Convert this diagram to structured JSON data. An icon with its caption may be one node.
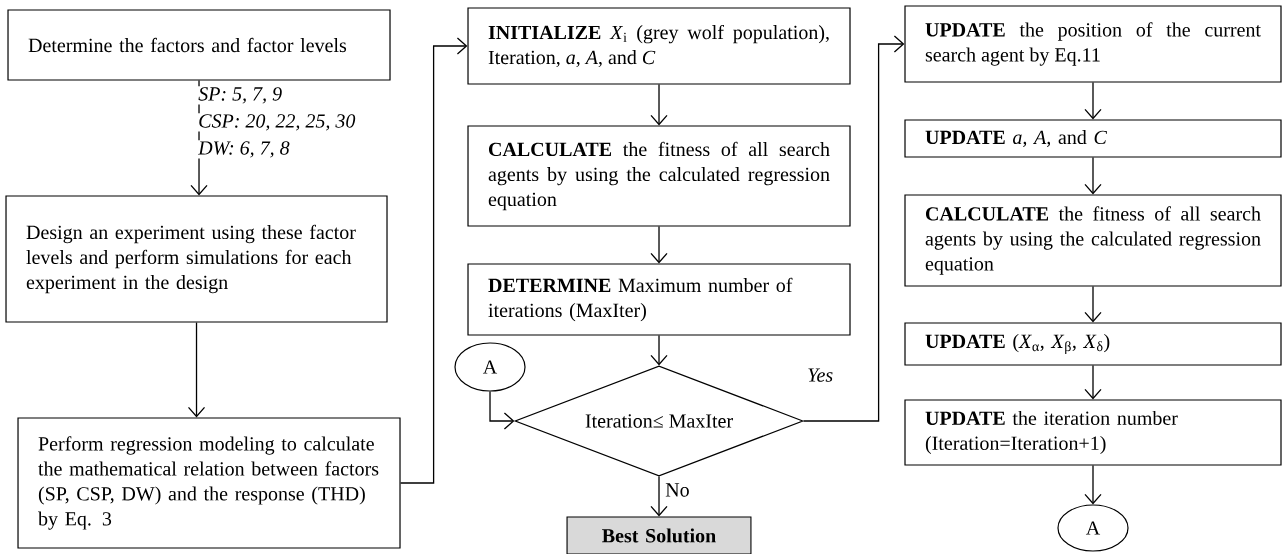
{
  "diagram": {
    "nodes": [
      {
        "text": [
          "Determine the factors and factor levels"
        ]
      },
      {
        "text": [
          "Design an experiment using these factor levels and perform simulations for each experiment in the design"
        ]
      },
      {
        "text": [
          "Perform regression modeling to calculate the mathematical relation between factors (SP, CSP, DW) and the response (THD) by Eq. 3"
        ]
      },
      {
        "text": [
          "**INITIALIZE** *X*$_{i}$ (grey wolf population), Iteration, *a*, *A*, and *C*"
        ]
      },
      {
        "text": [
          "**CALCULATE** the fitness of all search agents by using the calculated regression equation"
        ]
      },
      {
        "text": [
          "**DETERMINE** Maximum number of iterations (MaxIter)"
        ]
      },
      {
        "text": [
          "A"
        ]
      },
      {
        "text": [
          "Iteration≤ MaxIter"
        ]
      },
      {
        "text": [
          "Best Solution"
        ]
      },
      {
        "text": [
          "**UPDATE** the position of the current search agent by Eq.11"
        ]
      },
      {
        "text": [
          "**UPDATE** *a*, *A*, and *C*"
        ]
      },
      {
        "text": [
          "**CALCULATE** the fitness of all search agents by using the calculated regression equation"
        ]
      },
      {
        "text": [
          "**UPDATE** (*X*$_{α}$, *X*$_{β}$, *X*$_{δ}$)"
        ]
      },
      {
        "text": [
          "**UPDATE** the iteration number (Iteration=Iteration+1)"
        ]
      },
      {
        "text": [
          "A"
        ]
      }
    ],
    "edges": [
      {
        "from": 0,
        "to": 1,
        "arrow": "to",
        "label": "SP: 5, 7, 9"
      },
      {
        "from": 1,
        "to": 2,
        "arrow": "to"
      },
      {
        "from": 2,
        "to": 3,
        "arrow": "to"
      },
      {
        "from": 3,
        "to": 4,
        "arrow": "to"
      },
      {
        "from": 4,
        "to": 5,
        "arrow": "to"
      },
      {
        "from": 5,
        "to": 7,
        "arrow": "to"
      },
      {
        "from": 6,
        "to": 7,
        "arrow": "to"
      },
      {
        "from": 7,
        "to": 9,
        "arrow": "to",
        "label": "Yes"
      },
      {
        "from": 7,
        "to": 8,
        "arrow": "to",
        "label": "No"
      },
      {
        "from": 9,
        "to": 10,
        "arrow": "to"
      },
      {
        "from": 10,
        "to": 11,
        "arrow": "to"
      },
      {
        "from": 11,
        "to": 12,
        "arrow": "to"
      },
      {
        "from": 12,
        "to": 13,
        "arrow": "to"
      },
      {
        "from": 13,
        "to": 14,
        "arrow": "to"
      }
    ],
    "labels": [
      "CSP: 20, 22, 25, 30",
      "DW: 6, 7, 8"
    ]
  }
}
